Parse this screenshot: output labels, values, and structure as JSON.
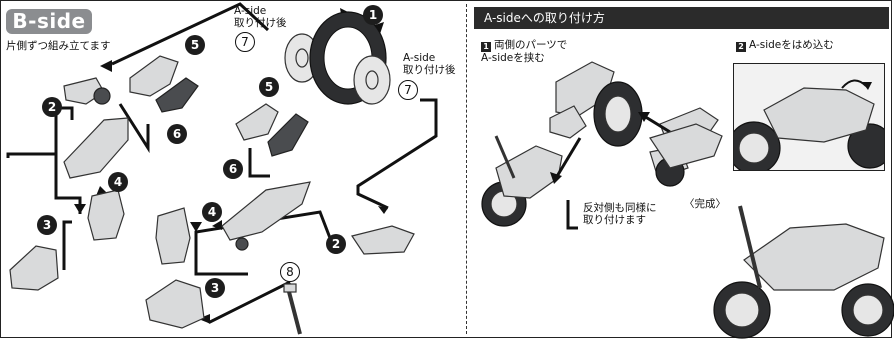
{
  "bside": {
    "title": "B-side",
    "subtitle": "片側ずつ組み立てます"
  },
  "aside_panel": {
    "header": "A-sideへの取り付け方",
    "step1_num": "1",
    "step1_label": "両側のパーツで\nA-sideを挟む",
    "step2_num": "2",
    "step2_label": "A-sideをはめ込む",
    "note": "反対側も同様に\n取り付けます",
    "complete": "〈完成〉"
  },
  "wheel_notes": {
    "left": "A-side\n取り付け後",
    "left_num": "7",
    "right": "A-side\n取り付け後",
    "right_num": "7"
  },
  "steps": {
    "s1": "1",
    "s2": "2",
    "s3": "3",
    "s4": "4",
    "s5": "5",
    "s6": "6",
    "s8": "8"
  },
  "icons": [
    "wheel-icon",
    "tire-icon",
    "motorcycle-icon",
    "part-icon",
    "arrow-icon",
    "kickstand-icon"
  ],
  "colors": {
    "header_bg": "#2b2b2b",
    "badge_bg": "#1d1d1d",
    "bside_bg": "#8b8d90",
    "part_fill": "#d9dadb",
    "tire_fill": "#2d2e30"
  }
}
